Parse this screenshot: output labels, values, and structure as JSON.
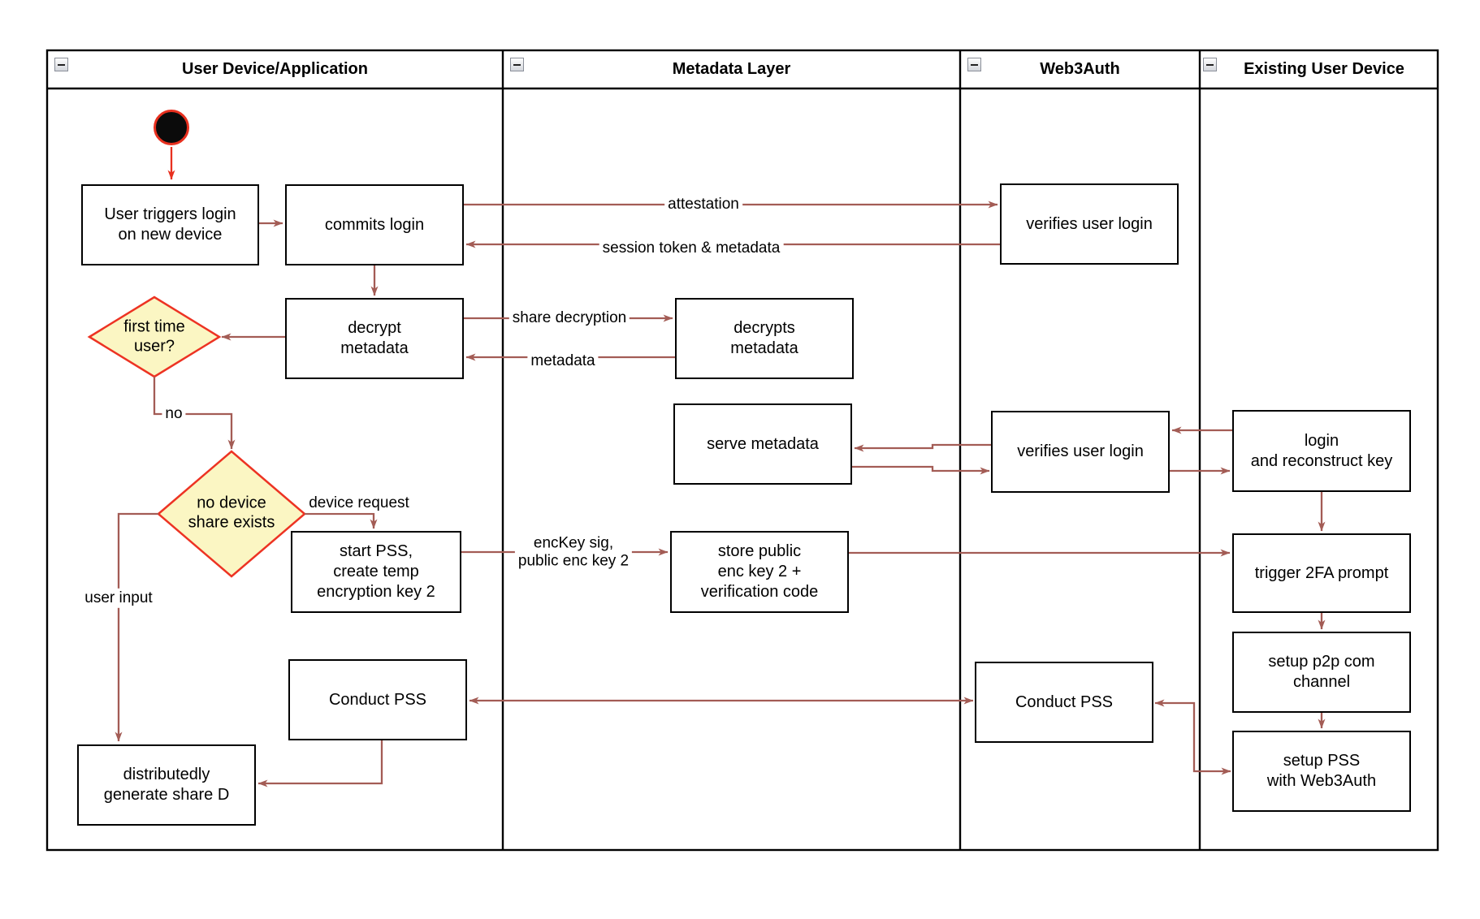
{
  "diagram": {
    "lanes": [
      {
        "title": "User Device/Application"
      },
      {
        "title": "Metadata Layer"
      },
      {
        "title": "Web3Auth"
      },
      {
        "title": "Existing User Device"
      }
    ],
    "nodes": {
      "user_triggers": "User triggers login\non new device",
      "commits": "commits login",
      "decrypt": "decrypt\nmetadata",
      "decrypts": "decrypts\nmetadata",
      "serve": "serve metadata",
      "verifies1": "verifies user login",
      "verifies2": "verifies user login",
      "login_reconstruct": "login\nand reconstruct key",
      "start_pss": "start PSS,\ncreate temp\nencryption key 2",
      "store_public": "store public\nenc key 2 +\nverification code",
      "trigger_2fa": "trigger 2FA prompt",
      "setup_p2p": "setup p2p com\nchannel",
      "setup_pss": "setup PSS\nwith Web3Auth",
      "conduct_pss_device": "Conduct PSS",
      "conduct_pss_web3auth": "Conduct PSS",
      "distributedly": "distributedly\ngenerate share D"
    },
    "decisions": {
      "first_time": "first time\nuser?",
      "no_device_share": "no device\nshare exists"
    },
    "edge_labels": {
      "attestation": "attestation",
      "session": "session token & metadata",
      "share_decryption": "share decryption",
      "metadata": "metadata",
      "no": "no",
      "device_request": "device request",
      "enc_key": "encKey sig,\npublic enc key 2",
      "user_input": "user input"
    },
    "colors": {
      "arrow": "#A35C55",
      "accent_red": "#E8301F",
      "diamond_fill": "#FBF6C3",
      "diamond_border": "#ED3323",
      "border": "#000000"
    }
  }
}
